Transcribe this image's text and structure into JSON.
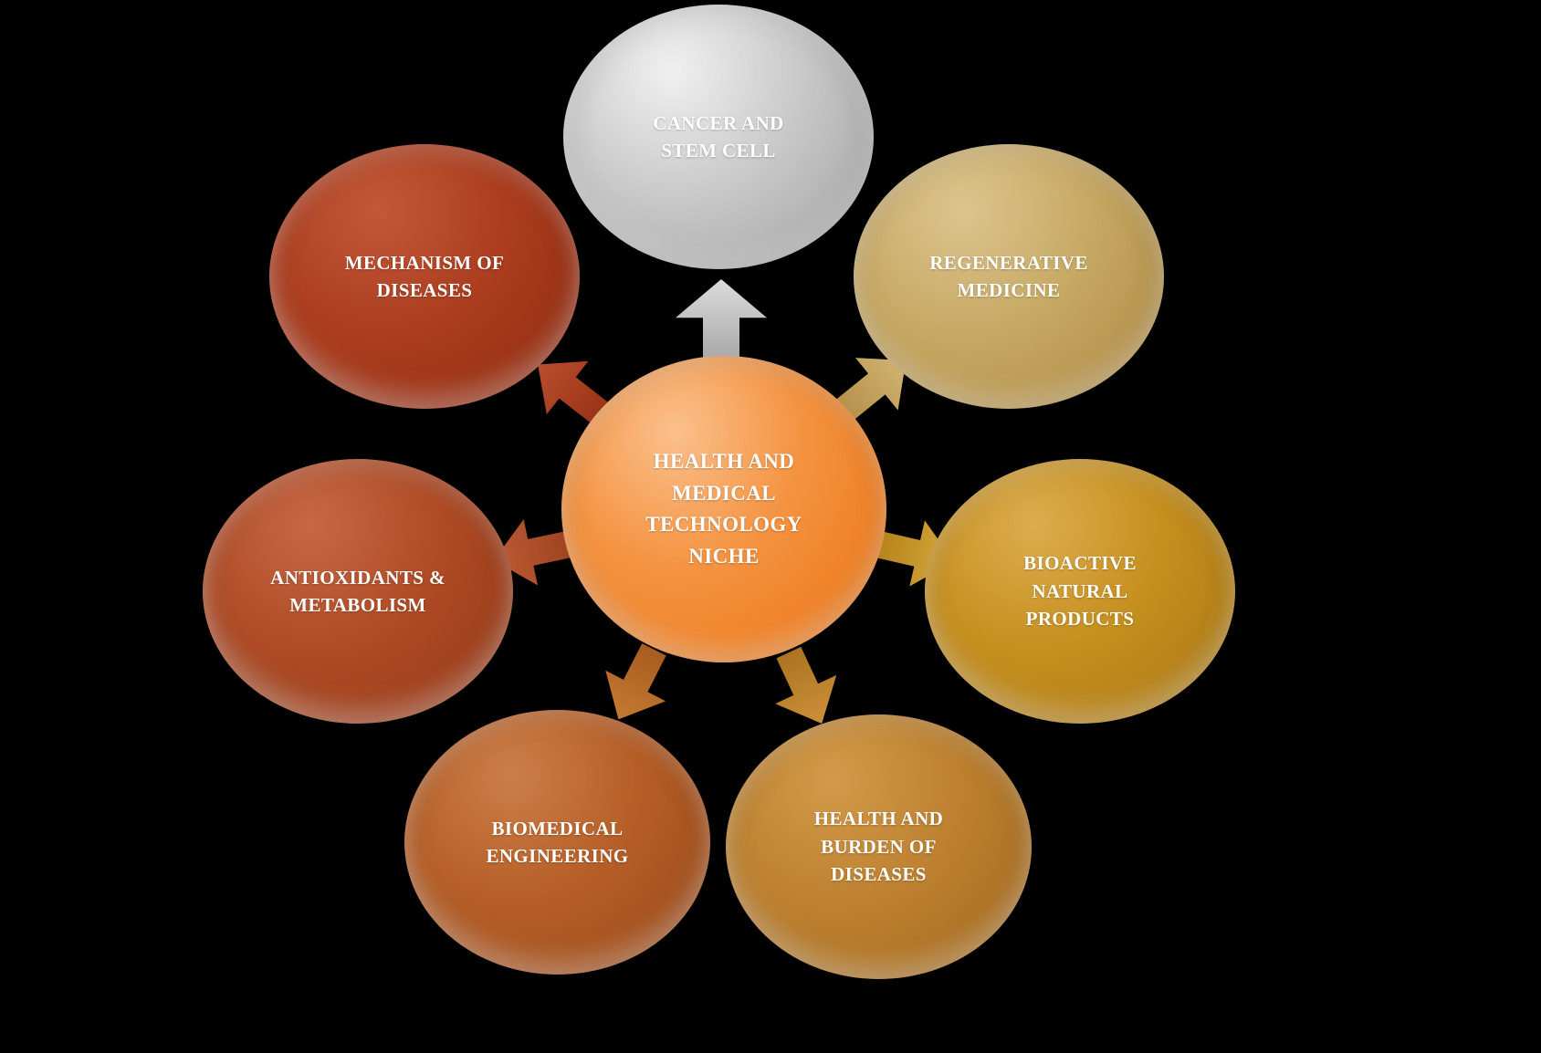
{
  "diagram_type": "radial-hub-spoke",
  "background_color": "#000000",
  "text_color": "#FFFFFF",
  "center": {
    "id": "health-and-medical-technology-niche",
    "label": "HEALTH AND\nMEDICAL\nTECHNOLOGY\nNICHE",
    "color": "#EE7E22"
  },
  "nodes": [
    {
      "id": "cancer-and-stem-cell",
      "label": "CANCER AND\nSTEM CELL",
      "position": "top",
      "color": "#BDBDBD"
    },
    {
      "id": "regenerative-medicine",
      "label": "REGENERATIVE\nMEDICINE",
      "position": "top-right",
      "color": "#C0A35E"
    },
    {
      "id": "bioactive-natural-products",
      "label": "BIOACTIVE\nNATURAL\nPRODUCTS",
      "position": "right",
      "color": "#BE8A1C"
    },
    {
      "id": "health-and-burden-of-diseases",
      "label": "HEALTH AND\nBURDEN OF\nDISEASES",
      "position": "bottom-right",
      "color": "#B77C2C"
    },
    {
      "id": "biomedical-engineering",
      "label": "BIOMEDICAL\nENGINEERING",
      "position": "bottom-left",
      "color": "#B05A25"
    },
    {
      "id": "antioxidants-and-metabolism",
      "label": "ANTIOXIDANTS &\nMETABOLISM",
      "position": "left",
      "color": "#A94723"
    },
    {
      "id": "mechanism-of-diseases",
      "label": "MECHANISM OF\nDISEASES",
      "position": "top-left",
      "color": "#A63A1D"
    }
  ],
  "arrows": [
    {
      "id": "arrow-to-cancer-and-stem-cell",
      "direction": "up",
      "color": "#BFBFBF"
    },
    {
      "id": "arrow-to-regenerative-medicine",
      "direction": "up-right",
      "color": "#C4A25F"
    },
    {
      "id": "arrow-to-bioactive-natural-products",
      "direction": "right",
      "color": "#C4962C"
    },
    {
      "id": "arrow-to-health-and-burden-of-diseases",
      "direction": "down-right",
      "color": "#BC812D"
    },
    {
      "id": "arrow-to-biomedical-engineering",
      "direction": "down-left",
      "color": "#B66B28"
    },
    {
      "id": "arrow-to-antioxidants-and-metabolism",
      "direction": "left",
      "color": "#AD4F2A"
    },
    {
      "id": "arrow-to-mechanism-of-diseases",
      "direction": "up-left",
      "color": "#A94122"
    }
  ]
}
